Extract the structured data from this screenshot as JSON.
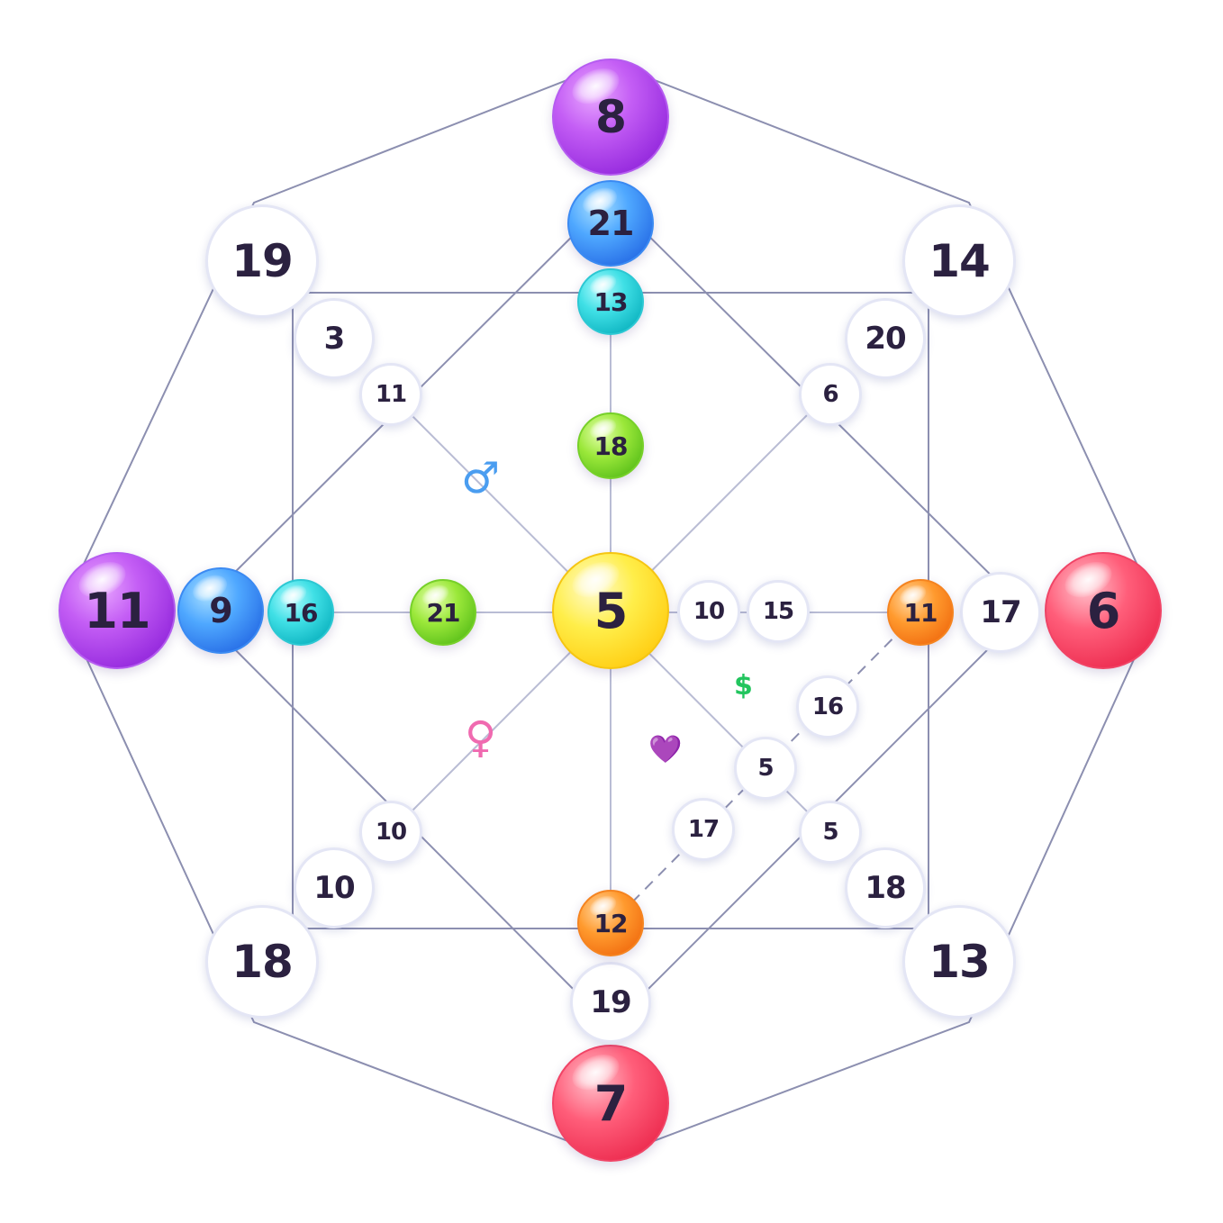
{
  "diagram": {
    "nodes": [
      {
        "id": "top-outer",
        "value": "8",
        "style": "purple"
      },
      {
        "id": "top-second",
        "value": "21",
        "style": "blue"
      },
      {
        "id": "top-third",
        "value": "13",
        "style": "cyan"
      },
      {
        "id": "top-fourth",
        "value": "18",
        "style": "green"
      },
      {
        "id": "left-outer",
        "value": "11",
        "style": "purple"
      },
      {
        "id": "left-second",
        "value": "9",
        "style": "blue"
      },
      {
        "id": "left-third",
        "value": "16",
        "style": "cyan"
      },
      {
        "id": "left-fourth",
        "value": "21",
        "style": "green"
      },
      {
        "id": "center",
        "value": "5",
        "style": "yellow"
      },
      {
        "id": "right-outer",
        "value": "6",
        "style": "red"
      },
      {
        "id": "right-second",
        "value": "17",
        "style": "white"
      },
      {
        "id": "right-third",
        "value": "11",
        "style": "orange"
      },
      {
        "id": "right-inner-b",
        "value": "15",
        "style": "white"
      },
      {
        "id": "right-inner-a",
        "value": "10",
        "style": "white"
      },
      {
        "id": "bottom-outer",
        "value": "7",
        "style": "red"
      },
      {
        "id": "bottom-second",
        "value": "19",
        "style": "white"
      },
      {
        "id": "bottom-third",
        "value": "12",
        "style": "orange"
      },
      {
        "id": "corner-tl-outer",
        "value": "19",
        "style": "white"
      },
      {
        "id": "corner-tl-mid",
        "value": "3",
        "style": "white"
      },
      {
        "id": "corner-tl-inner",
        "value": "11",
        "style": "white"
      },
      {
        "id": "corner-tr-outer",
        "value": "14",
        "style": "white"
      },
      {
        "id": "corner-tr-mid",
        "value": "20",
        "style": "white"
      },
      {
        "id": "corner-tr-inner",
        "value": "6",
        "style": "white"
      },
      {
        "id": "corner-bl-outer",
        "value": "18",
        "style": "white"
      },
      {
        "id": "corner-bl-mid",
        "value": "10",
        "style": "white"
      },
      {
        "id": "corner-bl-inner",
        "value": "10",
        "style": "white"
      },
      {
        "id": "corner-br-outer",
        "value": "13",
        "style": "white"
      },
      {
        "id": "corner-br-mid",
        "value": "18",
        "style": "white"
      },
      {
        "id": "corner-br-inner",
        "value": "5",
        "style": "white"
      },
      {
        "id": "money-line-upper",
        "value": "16",
        "style": "white"
      },
      {
        "id": "money-line-center",
        "value": "5",
        "style": "white"
      },
      {
        "id": "money-line-lower",
        "value": "17",
        "style": "white"
      }
    ],
    "symbols": {
      "male": "♂",
      "female": "♀",
      "money": "$",
      "love": "💜"
    },
    "colors": {
      "line": "#8c8fb0",
      "line_light": "#b9bcd4",
      "male": "#4a9df0",
      "female": "#f06ab0",
      "money": "#22c55e",
      "love": "#a855f7"
    }
  }
}
